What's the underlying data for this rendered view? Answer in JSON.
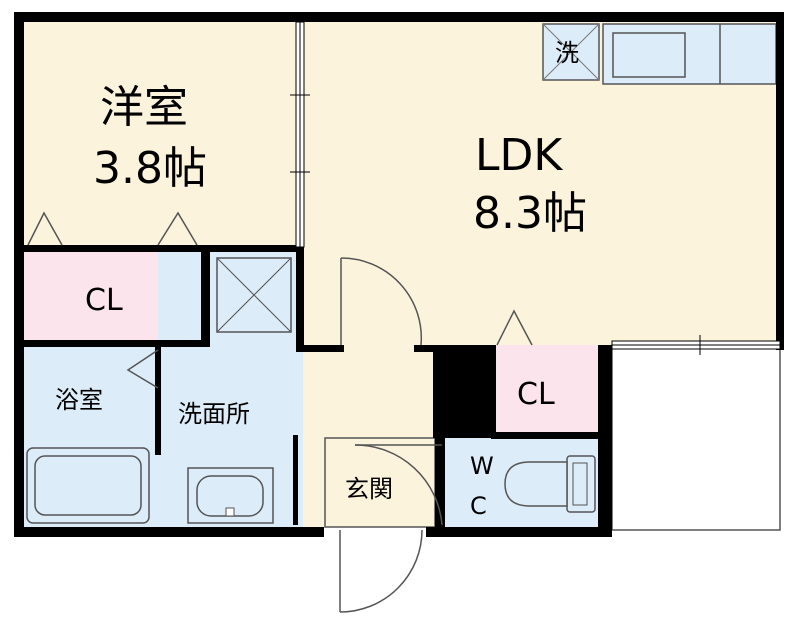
{
  "rooms": {
    "western": {
      "name": "洋室",
      "size": "3.8帖"
    },
    "ldk": {
      "name": "LDK",
      "size": "8.3帖"
    },
    "closet_western": "CL",
    "closet_ldk": "CL",
    "bath": "浴室",
    "washroom": "洗面所",
    "entrance": "玄関",
    "wc": {
      "line1": "W",
      "line2": "C"
    },
    "laundry": "洗"
  },
  "colors": {
    "wall": "#000000",
    "room_floor": "#fcf3dc",
    "wet_area": "#dcecf8",
    "closet": "#fbe4ec",
    "balcony": "#ffffff"
  }
}
